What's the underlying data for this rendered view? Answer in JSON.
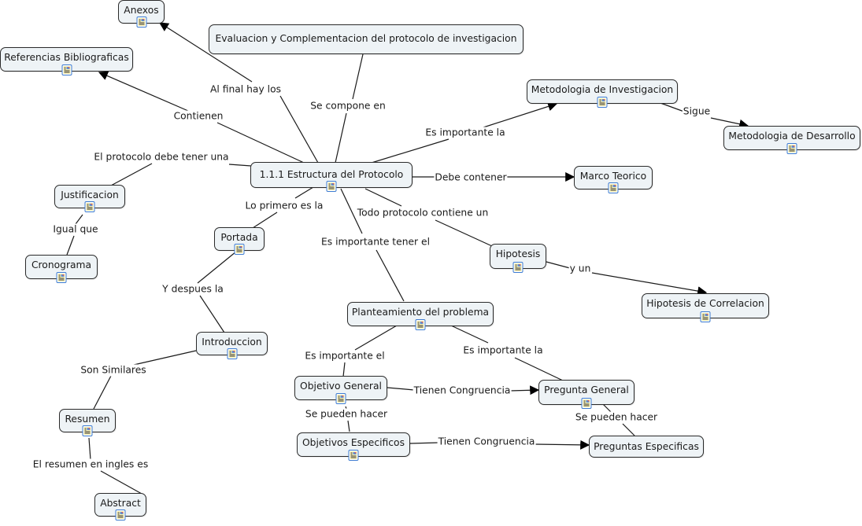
{
  "diagram": {
    "type": "concept-map",
    "resource_icon": "document-image-icon",
    "nodes": {
      "anexos": {
        "label": "Anexos",
        "has_resource": true
      },
      "referencias": {
        "label": "Referencias Bibliograficas",
        "has_resource": true
      },
      "evaluacion": {
        "label": "Evaluacion y Complementacion del protocolo de investigacion",
        "has_resource": false
      },
      "estructura": {
        "label": "1.1.1 Estructura del Protocolo",
        "has_resource": true
      },
      "metodologia_inv": {
        "label": "Metodologia de Investigacion",
        "has_resource": true
      },
      "metodologia_des": {
        "label": "Metodologia de Desarrollo",
        "has_resource": true
      },
      "marco": {
        "label": "Marco Teorico",
        "has_resource": true
      },
      "justificacion": {
        "label": "Justificacion",
        "has_resource": true
      },
      "cronograma": {
        "label": "Cronograma",
        "has_resource": true
      },
      "portada": {
        "label": "Portada",
        "has_resource": true
      },
      "hipotesis": {
        "label": "Hipotesis",
        "has_resource": true
      },
      "hipotesis_corr": {
        "label": "Hipotesis de Correlacion",
        "has_resource": true
      },
      "introduccion": {
        "label": "Introduccion",
        "has_resource": true
      },
      "planteamiento": {
        "label": "Planteamiento del problema",
        "has_resource": true
      },
      "objetivo_general": {
        "label": "Objetivo General",
        "has_resource": true
      },
      "pregunta_general": {
        "label": "Pregunta General",
        "has_resource": true
      },
      "resumen": {
        "label": "Resumen",
        "has_resource": true
      },
      "objetivos_especificos": {
        "label": "Objetivos Especificos",
        "has_resource": true
      },
      "preguntas_especificas": {
        "label": "Preguntas Especificas",
        "has_resource": false
      },
      "abstract": {
        "label": "Abstract",
        "has_resource": true
      }
    },
    "links": {
      "al_final": {
        "label": "Al final hay los",
        "from": "estructura",
        "to": "anexos",
        "arrow": true
      },
      "contienen": {
        "label": "Contienen",
        "from": "estructura",
        "to": "referencias",
        "arrow": true
      },
      "se_compone": {
        "label": "Se compone en",
        "from": "evaluacion",
        "to": "estructura",
        "arrow": false
      },
      "es_importante_la_met": {
        "label": "Es importante la",
        "from": "estructura",
        "to": "metodologia_inv",
        "arrow": true
      },
      "sigue": {
        "label": "Sigue",
        "from": "metodologia_inv",
        "to": "metodologia_des",
        "arrow": true
      },
      "debe_contener": {
        "label": "Debe contener",
        "from": "estructura",
        "to": "marco",
        "arrow": true
      },
      "debe_tener_una": {
        "label": "El protocolo debe tener una",
        "from": "estructura",
        "to": "justificacion",
        "arrow": false
      },
      "igual_que": {
        "label": "Igual que",
        "from": "justificacion",
        "to": "cronograma",
        "arrow": false
      },
      "lo_primero": {
        "label": "Lo primero es la",
        "from": "estructura",
        "to": "portada",
        "arrow": false
      },
      "todo_protocolo": {
        "label": "Todo protocolo contiene un",
        "from": "estructura",
        "to": "hipotesis",
        "arrow": false
      },
      "y_un": {
        "label": "y un",
        "from": "hipotesis",
        "to": "hipotesis_corr",
        "arrow": true
      },
      "tener_el": {
        "label": "Es importante tener el",
        "from": "estructura",
        "to": "planteamiento",
        "arrow": false
      },
      "y_despues": {
        "label": "Y despues la",
        "from": "portada",
        "to": "introduccion",
        "arrow": false
      },
      "es_importante_el": {
        "label": "Es importante el",
        "from": "planteamiento",
        "to": "objetivo_general",
        "arrow": false
      },
      "es_importante_la_preg": {
        "label": "Es importante la",
        "from": "planteamiento",
        "to": "pregunta_general",
        "arrow": false
      },
      "son_similares": {
        "label": "Son Similares",
        "from": "introduccion",
        "to": "resumen",
        "arrow": false
      },
      "congruencia_1": {
        "label": "Tienen Congruencia",
        "from": "objetivo_general",
        "to": "pregunta_general",
        "arrow": true
      },
      "hacer_1": {
        "label": "Se pueden hacer",
        "from": "objetivo_general",
        "to": "objetivos_especificos",
        "arrow": false
      },
      "hacer_2": {
        "label": "Se pueden hacer",
        "from": "pregunta_general",
        "to": "preguntas_especificas",
        "arrow": false
      },
      "congruencia_2": {
        "label": "Tienen Congruencia",
        "from": "objetivos_especificos",
        "to": "preguntas_especificas",
        "arrow": true
      },
      "en_ingles": {
        "label": "El resumen en ingles es",
        "from": "resumen",
        "to": "abstract",
        "arrow": false
      }
    }
  }
}
